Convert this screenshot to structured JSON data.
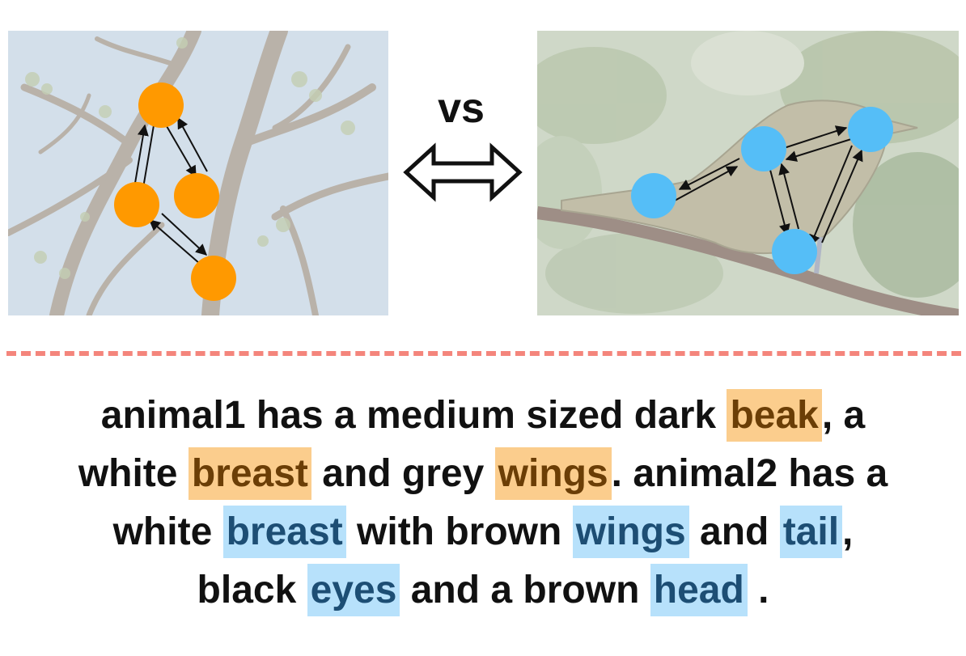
{
  "vs_label": "vs",
  "colors": {
    "animal1_nodes": "#ff9900",
    "animal2_nodes": "#55bef7",
    "highlight_animal1": "#fbcd8d",
    "highlight_animal2": "#b7e1fb",
    "divider": "#f4857c"
  },
  "icons": {
    "double_arrow": "double-arrow-icon"
  },
  "caption": {
    "line1": {
      "t1": "animal1 has a medium sized dark ",
      "h1": "beak",
      "t2": ", a"
    },
    "line2": {
      "t1": "white ",
      "h1": "breast",
      "t2": " and grey ",
      "h2": "wings",
      "t3": ". animal2 has a"
    },
    "line3": {
      "t1": "white ",
      "h1": "breast",
      "t2": " with brown ",
      "h2": "wings",
      "t3": " and ",
      "h3": "tail",
      "t4": ","
    },
    "line4": {
      "t1": "black ",
      "h1": "eyes",
      "t2": " and a brown ",
      "h2": "head",
      "t3": " ."
    }
  }
}
